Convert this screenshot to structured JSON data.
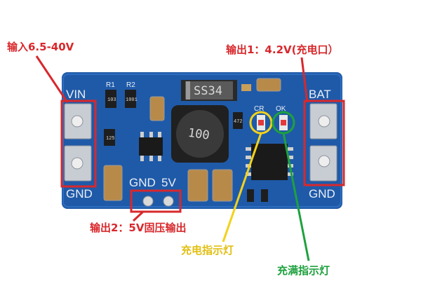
{
  "callouts": {
    "input": "输入6.5-40V",
    "output1": "输出1：4.2V(充电口）",
    "output2": "输出2：5V固压输出",
    "charge_led": "充电指示灯",
    "full_led": "充满指示灯"
  },
  "board_silkscreen": {
    "vin": "VIN",
    "gnd_left": "GND",
    "bat": "BAT",
    "gnd_right": "GND",
    "gnd_mid": "GND",
    "v5": "5V",
    "cr": "CR",
    "ok": "OK",
    "r1": "R1",
    "r2": "R2"
  },
  "component_markings": {
    "diode": "SS34",
    "inductor": "100",
    "res_1": "103",
    "res_2": "1001",
    "res_3": "125",
    "res_4": "472"
  },
  "colors": {
    "board": "#1f5aa8",
    "annotation_red": "#d8282c",
    "annotation_yellow": "#f2d21a",
    "annotation_green": "#1ea13e"
  }
}
